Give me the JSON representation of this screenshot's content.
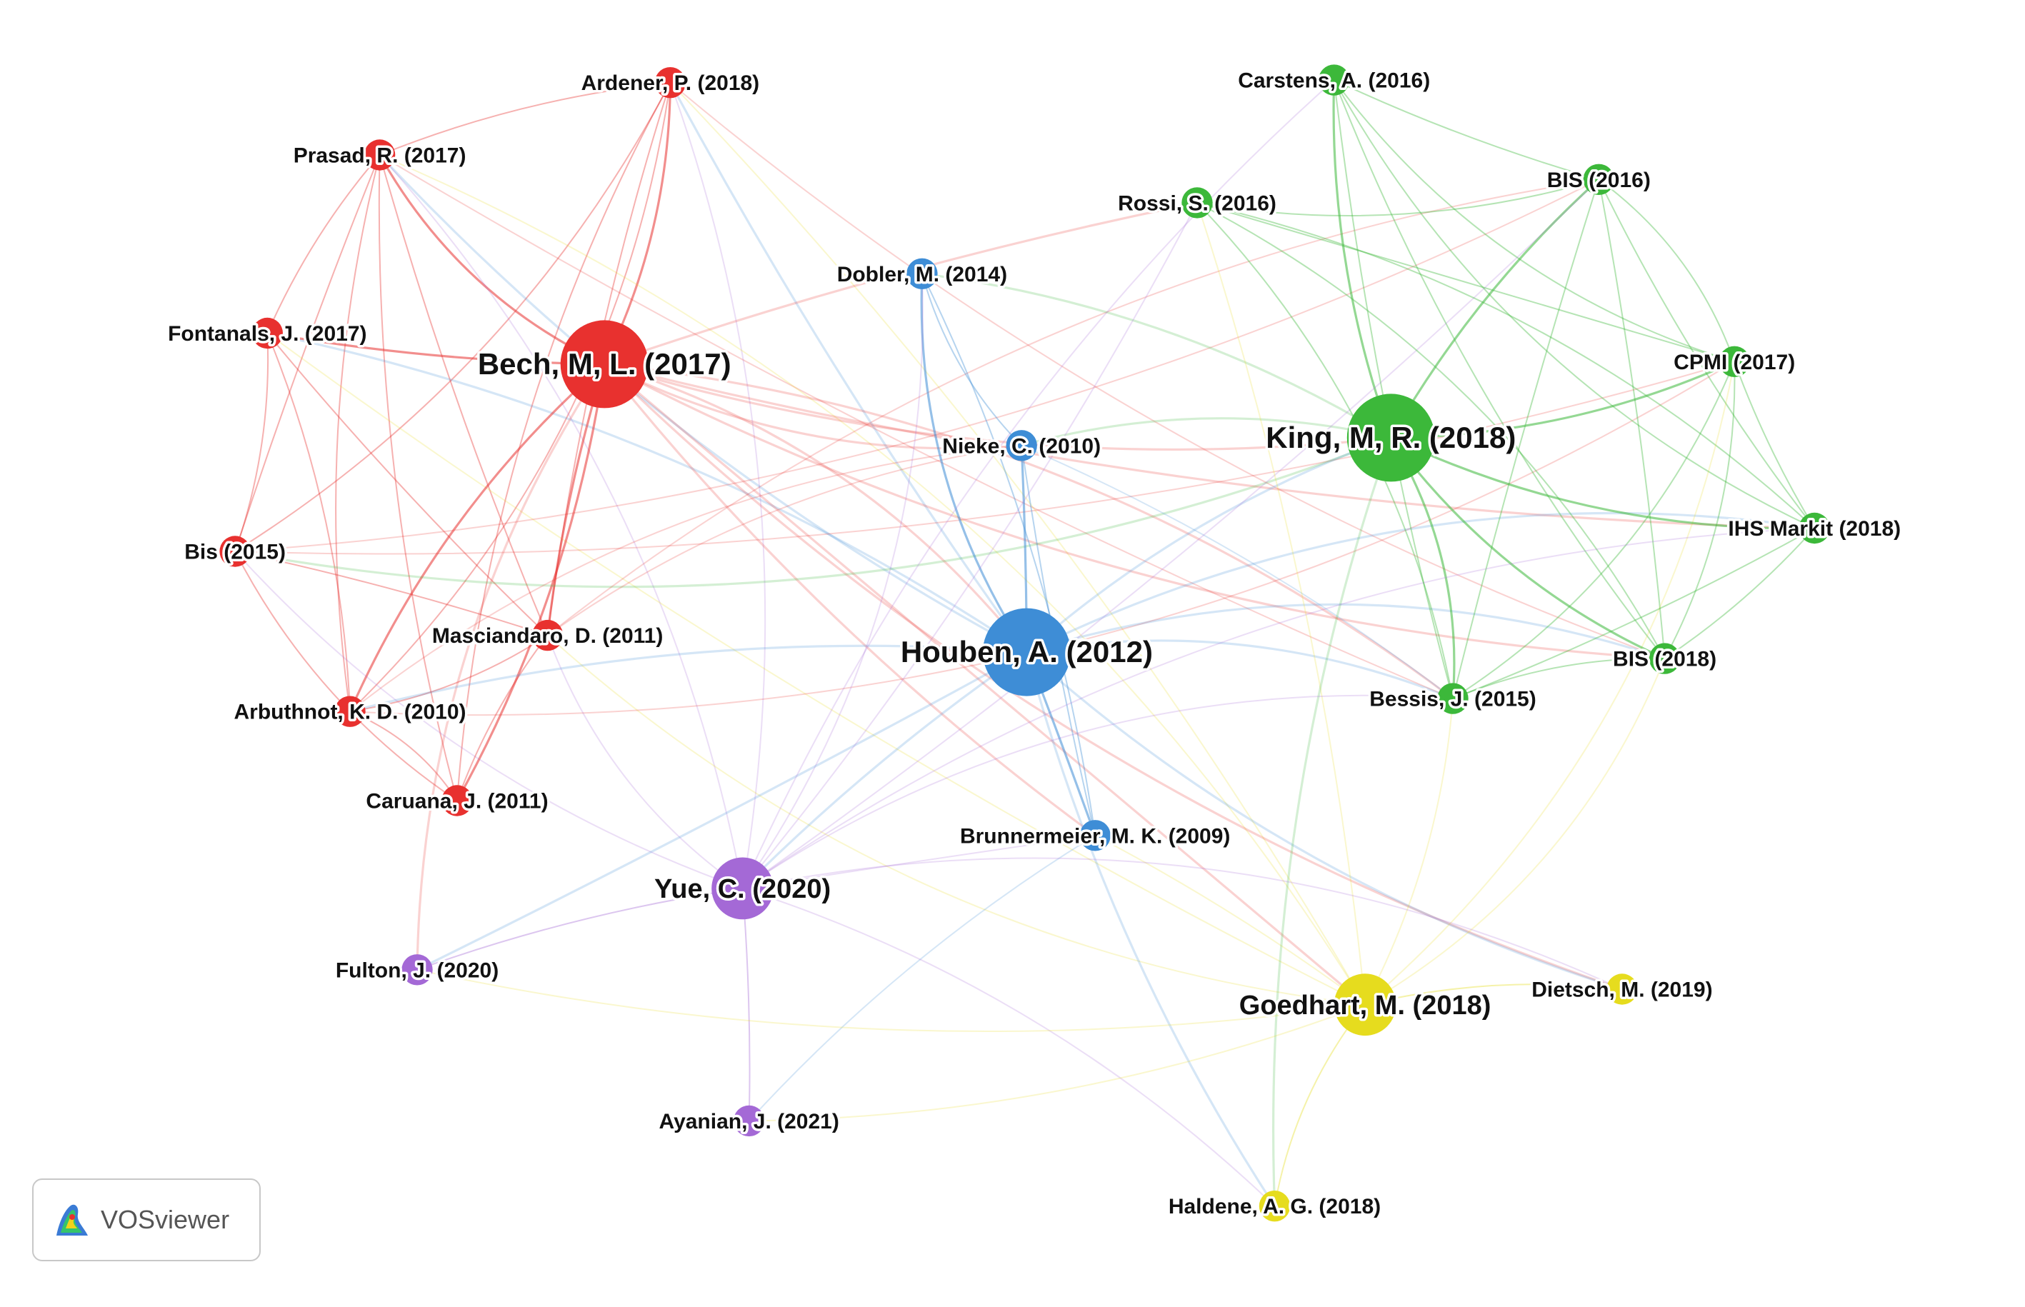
{
  "clusters": {
    "red": "#e8312f",
    "blue": "#3e8dd6",
    "green": "#3cb83a",
    "yellow": "#e6dc1e",
    "purple": "#a469d6"
  },
  "nodes": [
    {
      "id": "ardener",
      "label": "Ardener, P. (2018)",
      "cluster": "red",
      "weight": 1
    },
    {
      "id": "prasad",
      "label": "Prasad, R. (2017)",
      "cluster": "red",
      "weight": 1
    },
    {
      "id": "fontanals",
      "label": "Fontanals, J. (2017)",
      "cluster": "red",
      "weight": 1
    },
    {
      "id": "bech",
      "label": "Bech, M, L. (2017)",
      "cluster": "red",
      "weight": 3
    },
    {
      "id": "bis2015",
      "label": "Bis (2015)",
      "cluster": "red",
      "weight": 1
    },
    {
      "id": "masciandaro",
      "label": "Masciandaro, D. (2011)",
      "cluster": "red",
      "weight": 1
    },
    {
      "id": "arbuthnot",
      "label": "Arbuthnot, K. D. (2010)",
      "cluster": "red",
      "weight": 1
    },
    {
      "id": "caruana",
      "label": "Caruana, J. (2011)",
      "cluster": "red",
      "weight": 1
    },
    {
      "id": "dobler",
      "label": "Dobler, M. (2014)",
      "cluster": "blue",
      "weight": 1
    },
    {
      "id": "nieke",
      "label": "Nieke, C. (2010)",
      "cluster": "blue",
      "weight": 1
    },
    {
      "id": "houben",
      "label": "Houben, A. (2012)",
      "cluster": "blue",
      "weight": 3
    },
    {
      "id": "brunnermeier",
      "label": "Brunnermeier, M. K. (2009)",
      "cluster": "blue",
      "weight": 1
    },
    {
      "id": "carstens",
      "label": "Carstens, A. (2016)",
      "cluster": "green",
      "weight": 1
    },
    {
      "id": "bis2016",
      "label": "BIS (2016)",
      "cluster": "green",
      "weight": 1
    },
    {
      "id": "rossi",
      "label": "Rossi, S. (2016)",
      "cluster": "green",
      "weight": 1
    },
    {
      "id": "cpmi",
      "label": "CPMI (2017)",
      "cluster": "green",
      "weight": 1
    },
    {
      "id": "king",
      "label": "King, M, R. (2018)",
      "cluster": "green",
      "weight": 3
    },
    {
      "id": "ihs",
      "label": "IHS Markit (2018)",
      "cluster": "green",
      "weight": 1
    },
    {
      "id": "bis2018",
      "label": "BIS (2018)",
      "cluster": "green",
      "weight": 1
    },
    {
      "id": "bessis",
      "label": "Bessis, J. (2015)",
      "cluster": "green",
      "weight": 1
    },
    {
      "id": "yue",
      "label": "Yue, C. (2020)",
      "cluster": "purple",
      "weight": 2
    },
    {
      "id": "fulton",
      "label": "Fulton, J. (2020)",
      "cluster": "purple",
      "weight": 1
    },
    {
      "id": "ayanian",
      "label": "Ayanian, J. (2021)",
      "cluster": "purple",
      "weight": 1
    },
    {
      "id": "goedhart",
      "label": "Goedhart, M. (2018)",
      "cluster": "yellow",
      "weight": 2
    },
    {
      "id": "dietsch",
      "label": "Dietsch, M. (2019)",
      "cluster": "yellow",
      "weight": 1
    },
    {
      "id": "haldene",
      "label": "Haldene, A. G. (2018)",
      "cluster": "yellow",
      "weight": 1
    }
  ],
  "watermark": {
    "text": "VOSviewer",
    "logo_icon": "vosviewer-logo-icon"
  }
}
